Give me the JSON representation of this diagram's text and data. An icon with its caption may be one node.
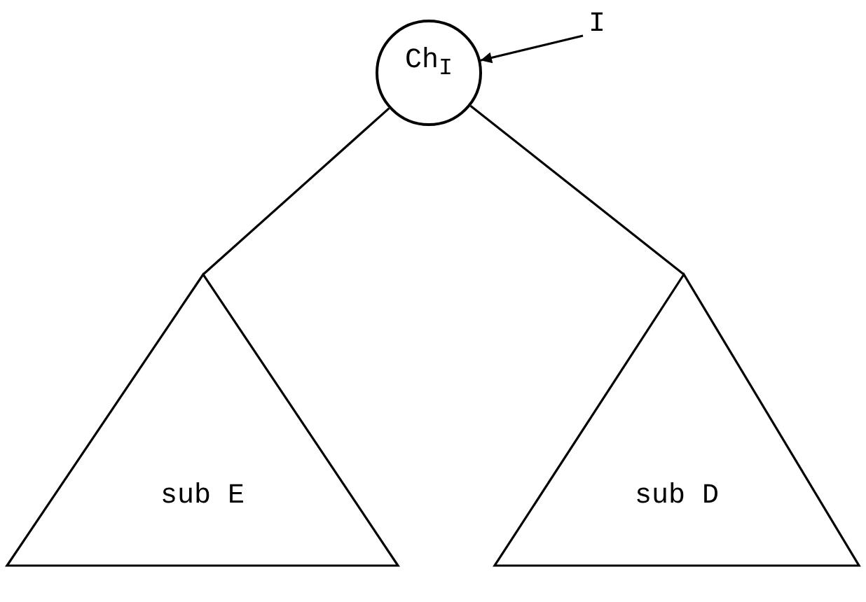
{
  "diagram": {
    "nodes": [
      {
        "text": [
          "Ch$_{I}$"
        ]
      },
      {
        "text": [
          "I"
        ]
      },
      {
        "text": [
          "sub E"
        ]
      },
      {
        "text": [
          "sub D"
        ]
      }
    ],
    "edges": [
      {
        "from": 1,
        "to": 0,
        "arrow": "to"
      },
      {
        "from": 0,
        "to": 2,
        "arrow": "none"
      },
      {
        "from": 0,
        "to": 3,
        "arrow": "none"
      }
    ]
  }
}
